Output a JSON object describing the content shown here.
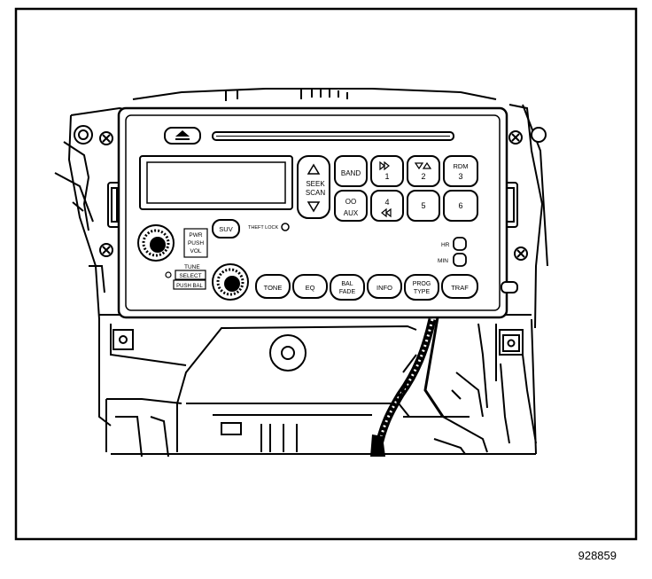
{
  "radio": {
    "seek": "SEEK",
    "scan": "SCAN",
    "band": "BAND",
    "preset1": "1",
    "preset2": "2",
    "preset3": "3",
    "rdm": "RDM",
    "aux_icon": "OO",
    "aux": "AUX",
    "preset4": "4",
    "preset5": "5",
    "preset6": "6",
    "suv": "SUV",
    "theft_lock": "THEFT LOCK",
    "pwr": "PWR",
    "push": "PUSH",
    "vol": "VOL",
    "tune": "TUNE",
    "select": "SELECT",
    "push_bal": "PUSH BAL",
    "tone": "TONE",
    "eq": "EQ",
    "bal": "BAL",
    "fade": "FADE",
    "info": "INFO",
    "prog": "PROG",
    "type": "TYPE",
    "traf": "TRAF",
    "hr": "HR",
    "min": "MIN"
  },
  "figure_number": "928859"
}
